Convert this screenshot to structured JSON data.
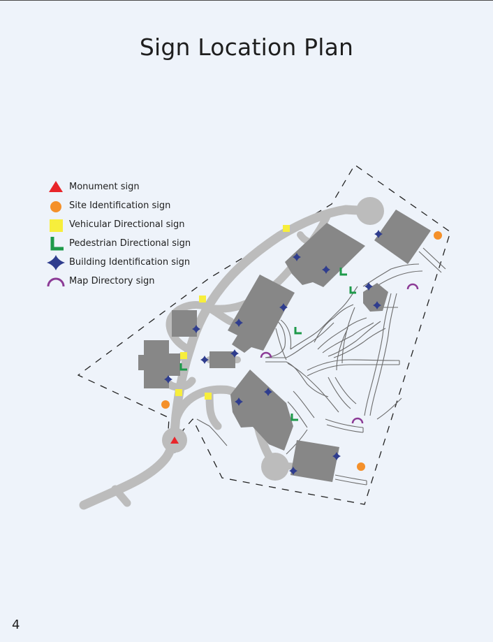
{
  "page": {
    "title": "Sign Location Plan",
    "number": "4"
  },
  "legend": [
    {
      "icon": "monument-sign-icon",
      "color": "#e8252a",
      "label": "Monument sign"
    },
    {
      "icon": "site-identification-sign-icon",
      "color": "#f4902a",
      "label": "Site Identification sign"
    },
    {
      "icon": "vehicular-directional-sign-icon",
      "color": "#f7ee3c",
      "label": "Vehicular Directional sign"
    },
    {
      "icon": "pedestrian-directional-sign-icon",
      "color": "#1e9a4a",
      "label": "Pedestrian Directional sign"
    },
    {
      "icon": "building-identification-sign-icon",
      "color": "#2f3d8e",
      "label": "Building Identification sign"
    },
    {
      "icon": "map-directory-sign-icon",
      "color": "#8c3b96",
      "label": "Map Directory sign"
    }
  ],
  "colors": {
    "building": "#878787",
    "road": "#bdbdbd",
    "background": "#eef3fa"
  }
}
